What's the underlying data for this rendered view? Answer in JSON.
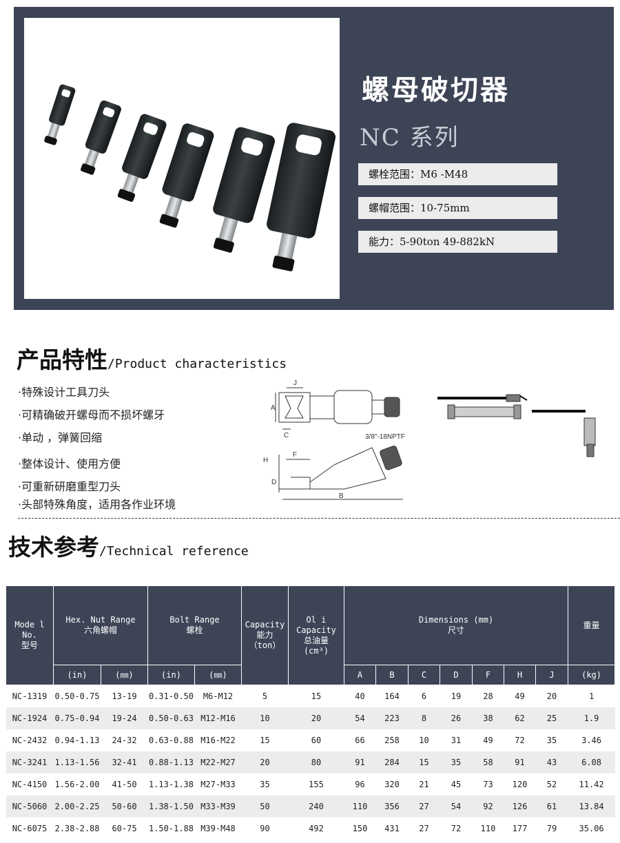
{
  "hero": {
    "title": "螺母破切器",
    "series": "NC 系列",
    "specs": [
      "螺栓范围：M6 -M48",
      "螺帽范围：10-75mm",
      "能力：5-90ton  49-882kN"
    ]
  },
  "characteristics": {
    "heading": "产品特性",
    "heading_en": "/Product characteristics",
    "features": [
      "·特殊设计工具刀头",
      "·可精确破开螺母而不损坏螺牙",
      "·单动 ，弹簧回缩",
      "·整体设计、使用方便",
      "·可重新研磨重型刀头",
      "·头部特殊角度，适用各作业环境"
    ],
    "drawing_labels": {
      "A": "A",
      "B": "B",
      "C": "C",
      "D": "D",
      "F": "F",
      "H": "H",
      "J": "J",
      "thread": "3/8\"-18NPTF"
    }
  },
  "technical": {
    "heading": "技术参考",
    "heading_en": "/Technical reference",
    "headers": {
      "model_en": "Mode l No.",
      "model_cn": "型号",
      "hex_en": "Hex. Nut Range",
      "hex_cn": "六角螺帽",
      "bolt_en": "Bolt Range",
      "bolt_cn": "螺栓",
      "cap_en": "Capacity",
      "cap_cn": "能力",
      "cap_unit": "（ton）",
      "oil_en1": "Ol i",
      "oil_en2": "Capacity",
      "oil_cn": "总油量",
      "oil_unit": "(cm³)",
      "dim_en": "Dimensions (mm)",
      "dim_cn": "尺寸",
      "weight_cn": "重量",
      "unit_in": "(in)",
      "unit_mm": "(㎜)",
      "unit_kg": "(kg)",
      "dims": [
        "A",
        "B",
        "C",
        "D",
        "F",
        "H",
        "J"
      ]
    },
    "rows": [
      [
        "NC-1319",
        "0.50-0.75",
        "13-19",
        "0.31-0.50",
        "M6-M12",
        "5",
        "15",
        "40",
        "164",
        "6",
        "19",
        "28",
        "49",
        "20",
        "1"
      ],
      [
        "NC-1924",
        "0.75-0.94",
        "19-24",
        "0.50-0.63",
        "M12-M16",
        "10",
        "20",
        "54",
        "223",
        "8",
        "26",
        "38",
        "62",
        "25",
        "1.9"
      ],
      [
        "NC-2432",
        "0.94-1.13",
        "24-32",
        "0.63-0.88",
        "M16-M22",
        "15",
        "60",
        "66",
        "258",
        "10",
        "31",
        "49",
        "72",
        "35",
        "3.46"
      ],
      [
        "NC-3241",
        "1.13-1.56",
        "32-41",
        "0.88-1.13",
        "M22-M27",
        "20",
        "80",
        "91",
        "284",
        "15",
        "35",
        "58",
        "91",
        "43",
        "6.08"
      ],
      [
        "NC-4150",
        "1.56-2.00",
        "41-50",
        "1.13-1.38",
        "M27-M33",
        "35",
        "155",
        "96",
        "320",
        "21",
        "45",
        "73",
        "120",
        "52",
        "11.42"
      ],
      [
        "NC-5060",
        "2.00-2.25",
        "50-60",
        "1.38-1.50",
        "M33-M39",
        "50",
        "240",
        "110",
        "356",
        "27",
        "54",
        "92",
        "126",
        "61",
        "13.84"
      ],
      [
        "NC-6075",
        "2.38-2.88",
        "60-75",
        "1.50-1.88",
        "M39-M48",
        "90",
        "492",
        "150",
        "431",
        "27",
        "72",
        "110",
        "177",
        "79",
        "35.06"
      ]
    ]
  }
}
